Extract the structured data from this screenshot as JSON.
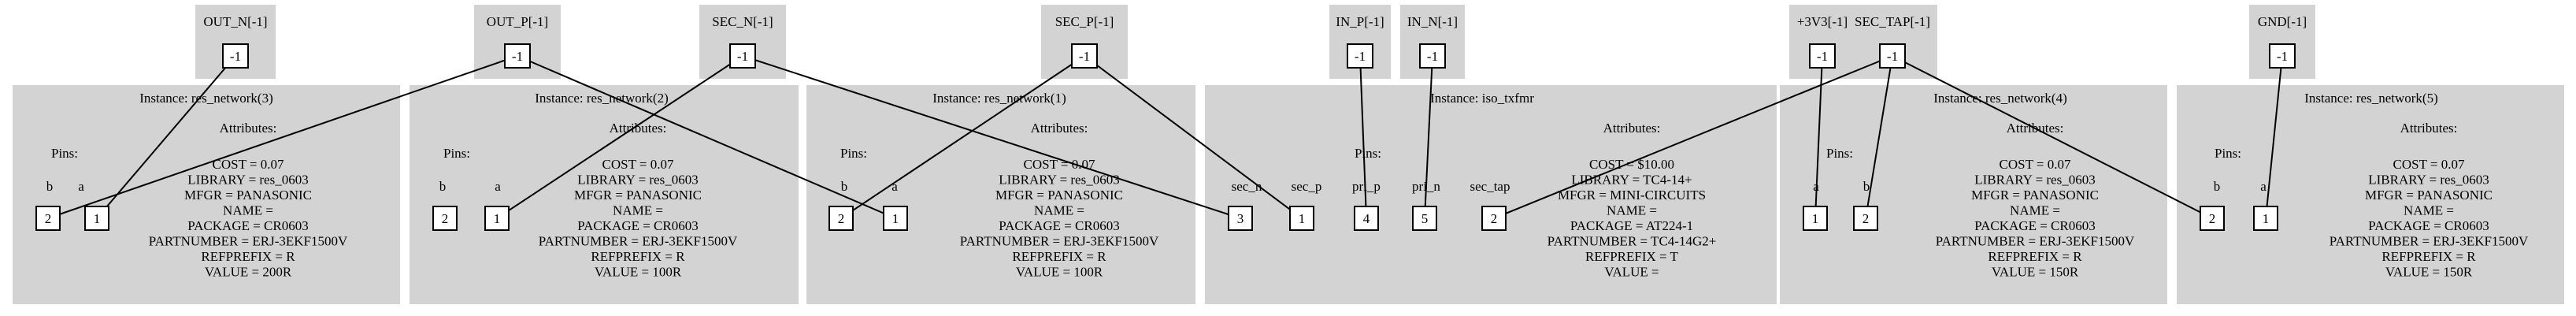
{
  "nets": [
    {
      "id": "out_n",
      "label": "OUT_N[-1]",
      "port": "-1"
    },
    {
      "id": "out_p",
      "label": "OUT_P[-1]",
      "port": "-1"
    },
    {
      "id": "sec_n",
      "label": "SEC_N[-1]",
      "port": "-1"
    },
    {
      "id": "sec_p",
      "label": "SEC_P[-1]",
      "port": "-1"
    },
    {
      "id": "in_p",
      "label": "IN_P[-1]",
      "port": "-1"
    },
    {
      "id": "in_n",
      "label": "IN_N[-1]",
      "port": "-1"
    },
    {
      "id": "v3v3",
      "label": "+3V3[-1]",
      "port": "-1"
    },
    {
      "id": "sec_tap",
      "label": "SEC_TAP[-1]",
      "port": "-1"
    },
    {
      "id": "gnd",
      "label": "GND[-1]",
      "port": "-1"
    }
  ],
  "instances": [
    {
      "id": "rn3",
      "title": "Instance: res_network(3)",
      "pins_label": "Pins:",
      "attributes_label": "Attributes:",
      "pins": [
        {
          "name": "b",
          "number": "2"
        },
        {
          "name": "a",
          "number": "1"
        }
      ],
      "attributes": [
        "COST = 0.07",
        "LIBRARY = res_0603",
        "MFGR = PANASONIC",
        "NAME =",
        "PACKAGE = CR0603",
        "PARTNUMBER = ERJ-3EKF1500V",
        "REFPREFIX = R",
        "VALUE = 200R"
      ]
    },
    {
      "id": "rn2",
      "title": "Instance: res_network(2)",
      "pins_label": "Pins:",
      "attributes_label": "Attributes:",
      "pins": [
        {
          "name": "b",
          "number": "2"
        },
        {
          "name": "a",
          "number": "1"
        }
      ],
      "attributes": [
        "COST = 0.07",
        "LIBRARY = res_0603",
        "MFGR = PANASONIC",
        "NAME =",
        "PACKAGE = CR0603",
        "PARTNUMBER = ERJ-3EKF1500V",
        "REFPREFIX = R",
        "VALUE = 100R"
      ]
    },
    {
      "id": "rn1",
      "title": "Instance: res_network(1)",
      "pins_label": "Pins:",
      "attributes_label": "Attributes:",
      "pins": [
        {
          "name": "b",
          "number": "2"
        },
        {
          "name": "a",
          "number": "1"
        }
      ],
      "attributes": [
        "COST = 0.07",
        "LIBRARY = res_0603",
        "MFGR = PANASONIC",
        "NAME =",
        "PACKAGE = CR0603",
        "PARTNUMBER = ERJ-3EKF1500V",
        "REFPREFIX = R",
        "VALUE = 100R"
      ]
    },
    {
      "id": "iso",
      "title": "Instance: iso_txfmr",
      "pins_label": "Pins:",
      "attributes_label": "Attributes:",
      "pins": [
        {
          "name": "sec_n",
          "number": "3"
        },
        {
          "name": "sec_p",
          "number": "1"
        },
        {
          "name": "pri_p",
          "number": "4"
        },
        {
          "name": "pri_n",
          "number": "5"
        },
        {
          "name": "sec_tap",
          "number": "2"
        }
      ],
      "attributes": [
        "COST = $10.00",
        "LIBRARY = TC4-14+",
        "MFGR = MINI-CIRCUITS",
        "NAME =",
        "PACKAGE = AT224-1",
        "PARTNUMBER = TC4-14G2+",
        "REFPREFIX = T",
        "VALUE ="
      ]
    },
    {
      "id": "rn4",
      "title": "Instance: res_network(4)",
      "pins_label": "Pins:",
      "attributes_label": "Attributes:",
      "pins": [
        {
          "name": "a",
          "number": "1"
        },
        {
          "name": "b",
          "number": "2"
        }
      ],
      "attributes": [
        "COST = 0.07",
        "LIBRARY = res_0603",
        "MFGR = PANASONIC",
        "NAME =",
        "PACKAGE = CR0603",
        "PARTNUMBER = ERJ-3EKF1500V",
        "REFPREFIX = R",
        "VALUE = 150R"
      ]
    },
    {
      "id": "rn5",
      "title": "Instance: res_network(5)",
      "pins_label": "Pins:",
      "attributes_label": "Attributes:",
      "pins": [
        {
          "name": "b",
          "number": "2"
        },
        {
          "name": "a",
          "number": "1"
        }
      ],
      "attributes": [
        "COST = 0.07",
        "LIBRARY = res_0603",
        "MFGR = PANASONIC",
        "NAME =",
        "PACKAGE = CR0603",
        "PARTNUMBER = ERJ-3EKF1500V",
        "REFPREFIX = R",
        "VALUE = 150R"
      ]
    }
  ],
  "connections": [
    {
      "net": "out_n",
      "instance": "rn3",
      "pin": "1"
    },
    {
      "net": "out_n",
      "instance": "rn2",
      "pin": "2"
    },
    {
      "net": "out_p",
      "instance": "rn3",
      "pin": "0"
    },
    {
      "net": "out_p",
      "instance": "rn1",
      "pin": "1"
    },
    {
      "net": "sec_n",
      "instance": "rn2",
      "pin": "1"
    },
    {
      "net": "sec_n",
      "instance": "iso",
      "pin": "0"
    },
    {
      "net": "sec_p",
      "instance": "rn1",
      "pin": "0"
    },
    {
      "net": "sec_p",
      "instance": "iso",
      "pin": "1"
    },
    {
      "net": "in_p",
      "instance": "iso",
      "pin": "2"
    },
    {
      "net": "in_n",
      "instance": "iso",
      "pin": "3"
    },
    {
      "net": "v3v3",
      "instance": "rn4",
      "pin": "0"
    },
    {
      "net": "sec_tap",
      "instance": "iso",
      "pin": "4"
    },
    {
      "net": "sec_tap",
      "instance": "rn4",
      "pin": "1"
    },
    {
      "net": "sec_tap",
      "instance": "rn5",
      "pin": "0"
    },
    {
      "net": "gnd",
      "instance": "rn5",
      "pin": "1"
    }
  ]
}
